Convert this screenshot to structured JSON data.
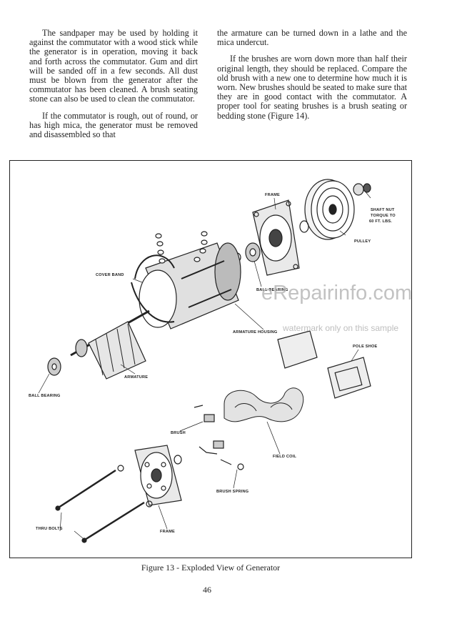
{
  "text": {
    "left_column": [
      "The sandpaper may be used by holding it against the commutator with a wood stick while the generator is in operation, moving it back and forth across the commutator. Gum and dirt will be sanded off in a few seconds. All dust must be blown from the generator after the commutator has been cleaned. A brush seating stone can also be used to clean the commutator.",
      "If the commutator is rough, out of round, or has high mica, the generator must be removed and disassembled so that"
    ],
    "right_column": [
      "the armature can be turned down in a lathe and the mica undercut.",
      "If the brushes are worn down more than half their original length, they should be replaced. Compare the old brush with a new one to determine how much it is worn. New brushes should be seated to make sure that they are in good contact with the commutator. A proper tool for seating brushes is a brush seating or bedding stone (Figure 14)."
    ]
  },
  "figure": {
    "labels": {
      "frame_top": "FRAME",
      "shaft_nut_1": "SHAFT NUT",
      "shaft_nut_2": "TORQUE TO",
      "shaft_nut_3": "60 FT. LBS.",
      "pulley": "PULLEY",
      "cover_band": "COVER BAND",
      "ball_bearing_top": "BALL BEARING",
      "armature_housing": "ARMATURE HOUSING",
      "pole_shoe": "POLE SHOE",
      "armature": "ARMATURE",
      "ball_bearing_left": "BALL BEARING",
      "brush": "BRUSH",
      "field_coil": "FIELD COIL",
      "brush_spring": "BRUSH SPRING",
      "thru_bolts": "THRU BOLTS",
      "frame_bottom": "FRAME"
    },
    "caption": "Figure 13 - Exploded View of Generator"
  },
  "watermark": {
    "brand": "eRepairinfo.com",
    "note": "watermark only on this sample"
  },
  "page_number": "46"
}
